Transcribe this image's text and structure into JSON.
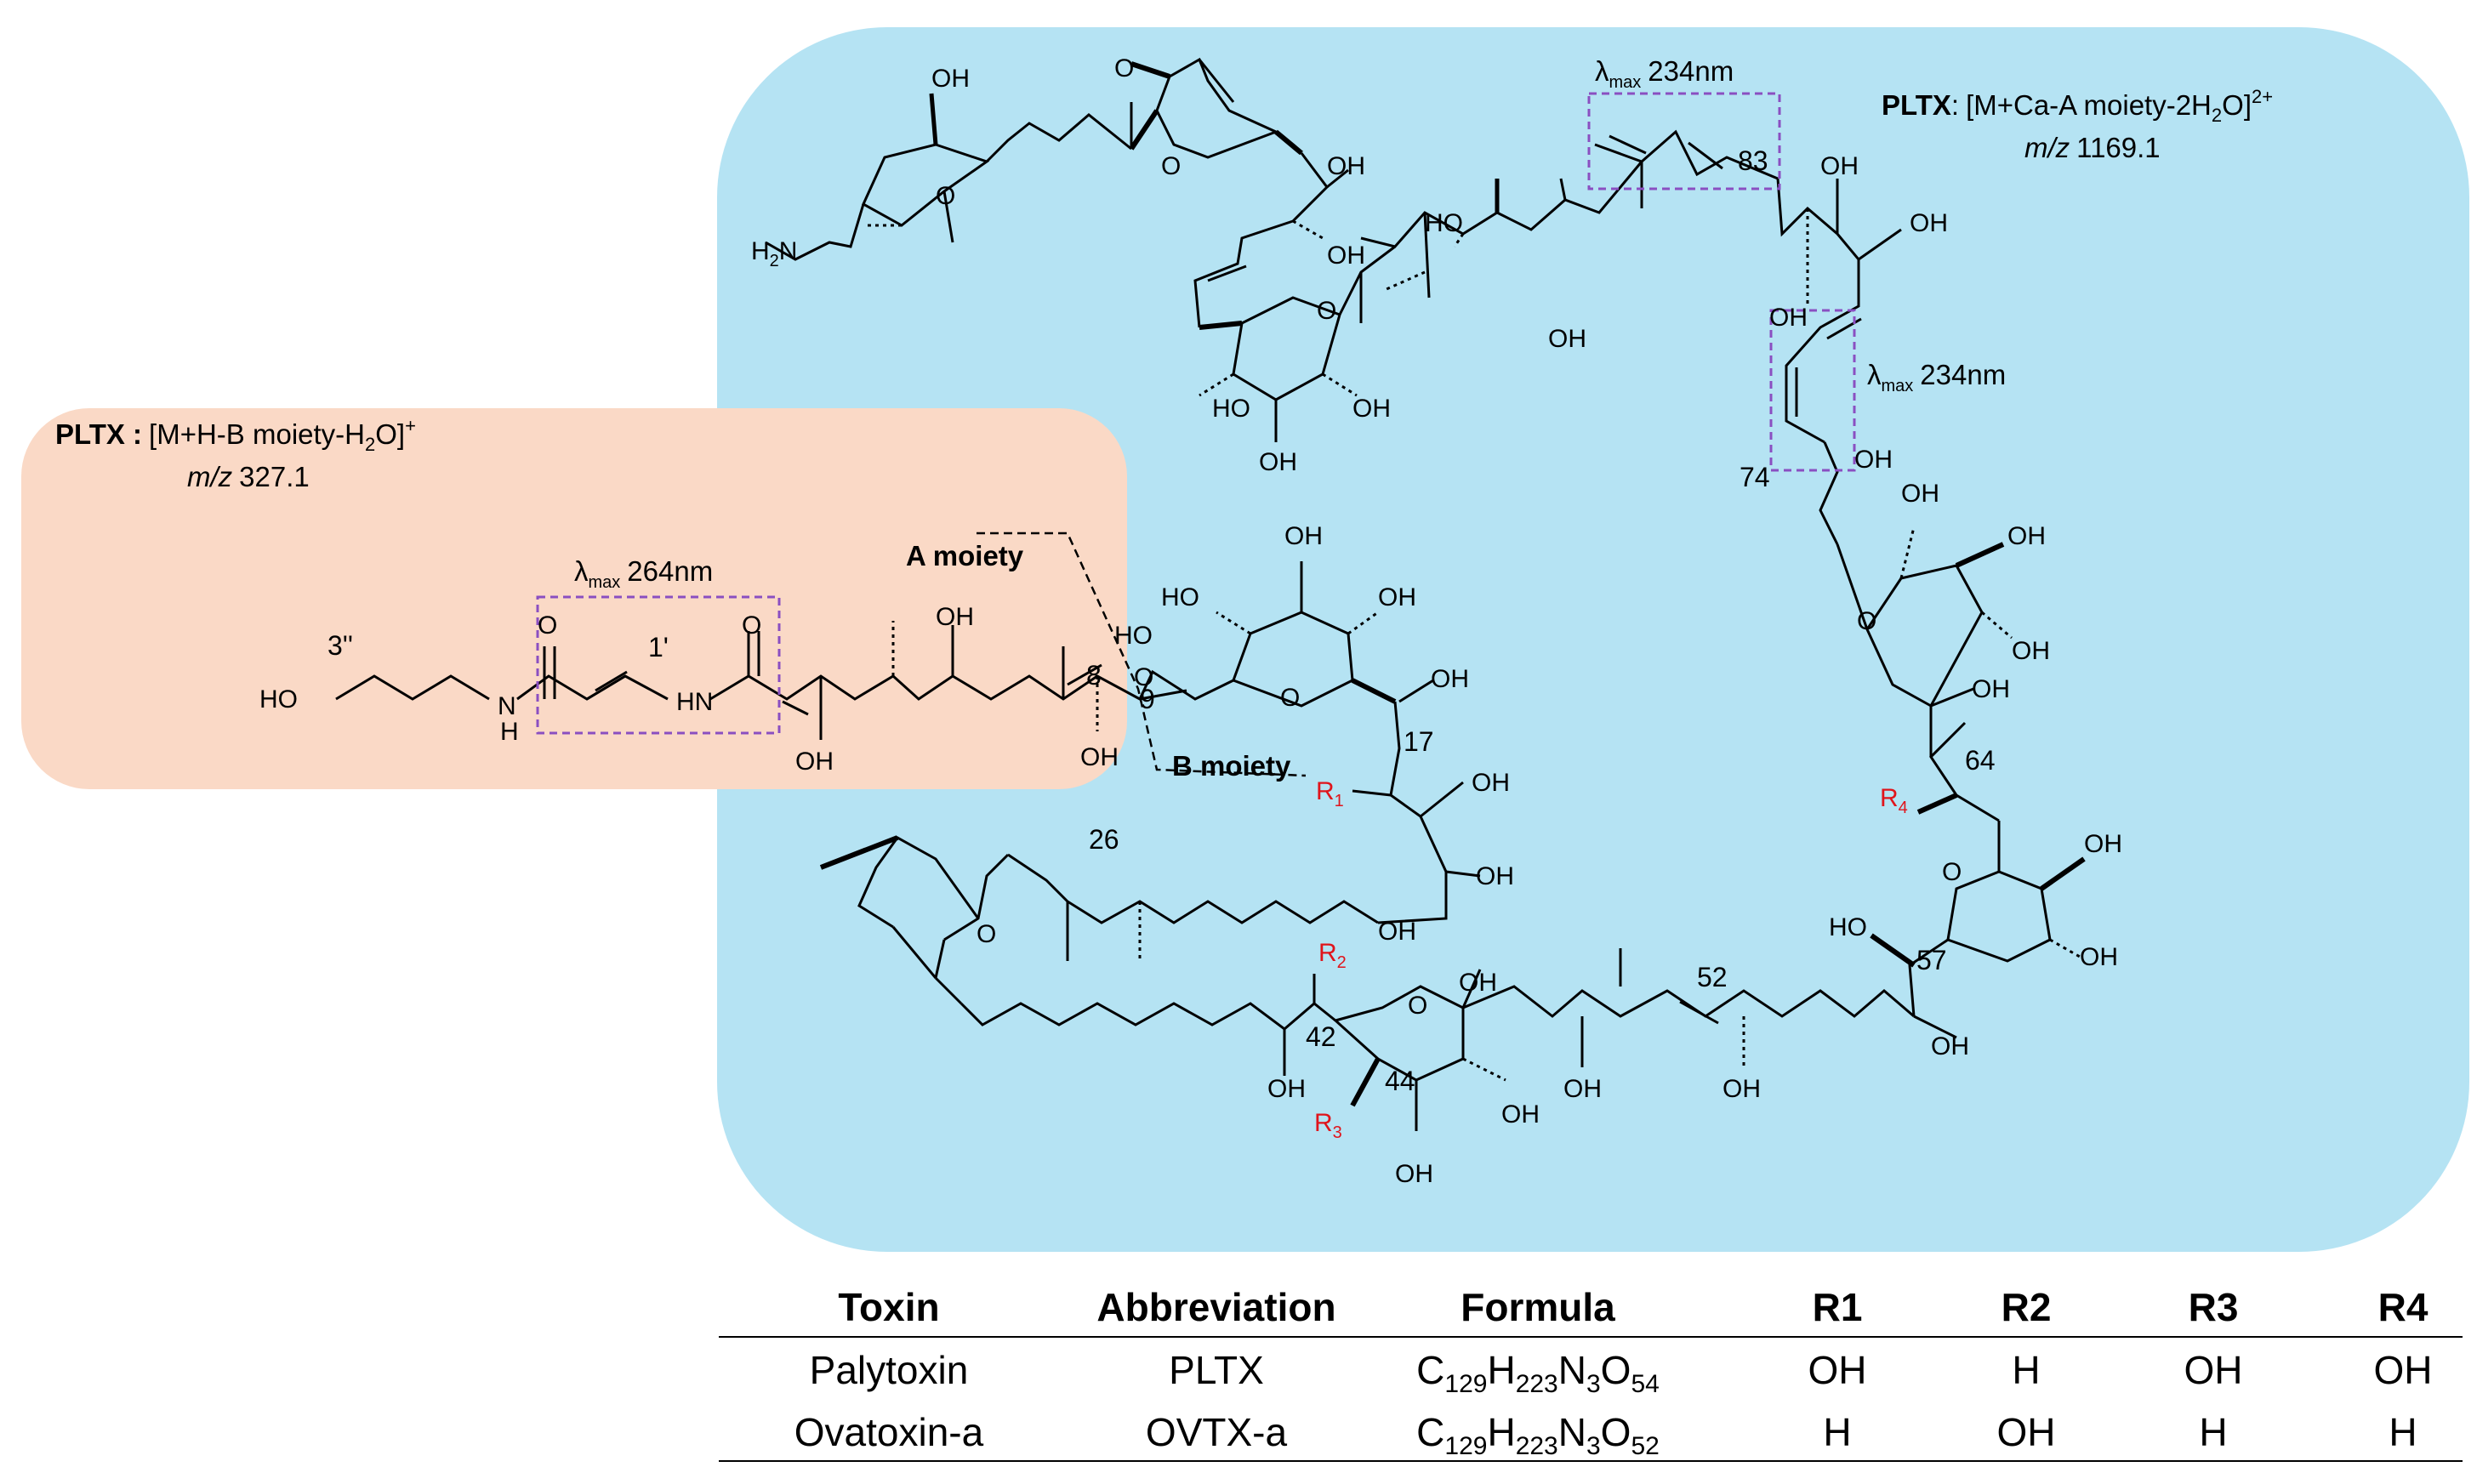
{
  "annotations": {
    "pltx_b": {
      "bold": "PLTX :",
      "ion": "[M+H-B moiety-H",
      "sub": "2",
      "tail": "O]",
      "sup": "+",
      "mz_label": "m/z",
      "mz_value": "327.1"
    },
    "pltx_a": {
      "bold": "PLTX",
      "colon": ":",
      "ion": "[M+Ca-A moiety-2H",
      "sub": "2",
      "tail": "O]",
      "sup": "2+",
      "mz_label": "m/z",
      "mz_value": "1169.1"
    },
    "lambda_264": {
      "sym": "λ",
      "sub": "max",
      "value": "264nm"
    },
    "lambda_234_top": {
      "sym": "λ",
      "sub": "max",
      "value": "234nm"
    },
    "lambda_234_mid": {
      "sym": "λ",
      "sub": "max",
      "value": "234nm"
    },
    "a_moiety": "A moiety",
    "b_moiety": "B moiety"
  },
  "positions": [
    "3''",
    "1'",
    "8",
    "9",
    "17",
    "26",
    "42",
    "44",
    "52",
    "57",
    "64",
    "74",
    "83"
  ],
  "groups": {
    "oh": "OH",
    "ho": "HO",
    "h2n": "H",
    "h2n_sub": "2",
    "h2n_tail": "N",
    "hn": "HN",
    "n": "N",
    "h": "H",
    "o": "O",
    "r1": "R",
    "r1_sub": "1",
    "r2": "R",
    "r2_sub": "2",
    "r3": "R",
    "r3_sub": "3",
    "r4": "R",
    "r4_sub": "4"
  },
  "table": {
    "headers": [
      "Toxin",
      "Abbreviation",
      "Formula",
      "R1",
      "R2",
      "R3",
      "R4"
    ],
    "rows": [
      {
        "toxin": "Palytoxin",
        "abbr": "PLTX",
        "f_c": "C",
        "f_c_n": "129",
        "f_h": "H",
        "f_h_n": "223",
        "f_n": "N",
        "f_n_n": "3",
        "f_o": "O",
        "f_o_n": "54",
        "r1": "OH",
        "r2": "H",
        "r3": "OH",
        "r4": "OH"
      },
      {
        "toxin": "Ovatoxin-a",
        "abbr": "OVTX-a",
        "f_c": "C",
        "f_c_n": "129",
        "f_h": "H",
        "f_h_n": "223",
        "f_n": "N",
        "f_n_n": "3",
        "f_o": "O",
        "f_o_n": "52",
        "r1": "H",
        "r2": "OH",
        "r3": "H",
        "r4": "H"
      }
    ]
  },
  "colors": {
    "blue_region": "#b5e3f3",
    "peach_region": "#fad9c6",
    "dashed_box": "#8a4fc1",
    "r_group": "#e0141b"
  }
}
